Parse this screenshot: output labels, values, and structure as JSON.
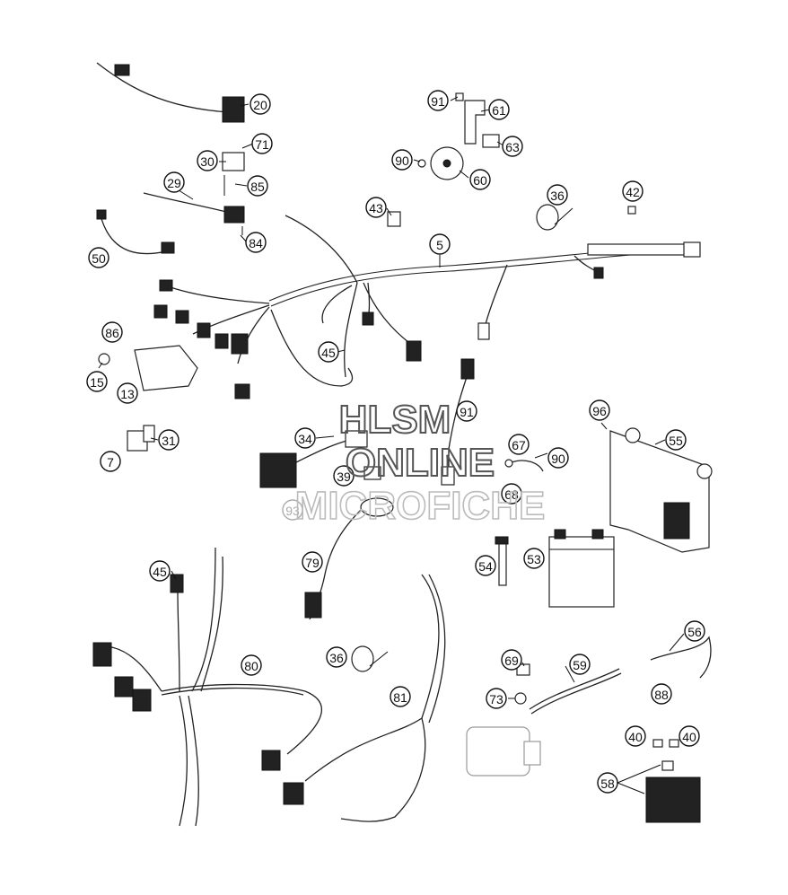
{
  "watermark": {
    "line1": "HLSM",
    "line2": "ONLINE",
    "line3": "MICROFICHE",
    "color": "#555555",
    "faded_color": "#bbbbbb"
  },
  "callouts": [
    {
      "id": "c20",
      "label": "20"
    },
    {
      "id": "c71",
      "label": "71"
    },
    {
      "id": "c30",
      "label": "30"
    },
    {
      "id": "c85",
      "label": "85"
    },
    {
      "id": "c29",
      "label": "29"
    },
    {
      "id": "c84",
      "label": "84"
    },
    {
      "id": "c50",
      "label": "50"
    },
    {
      "id": "c91a",
      "label": "91"
    },
    {
      "id": "c61",
      "label": "61"
    },
    {
      "id": "c63",
      "label": "63"
    },
    {
      "id": "c90a",
      "label": "90"
    },
    {
      "id": "c60",
      "label": "60"
    },
    {
      "id": "c43",
      "label": "43"
    },
    {
      "id": "c36a",
      "label": "36"
    },
    {
      "id": "c42",
      "label": "42"
    },
    {
      "id": "c5",
      "label": "5"
    },
    {
      "id": "c86",
      "label": "86"
    },
    {
      "id": "c15",
      "label": "15"
    },
    {
      "id": "c13",
      "label": "13"
    },
    {
      "id": "c45a",
      "label": "45"
    },
    {
      "id": "c91b",
      "label": "91"
    },
    {
      "id": "c96",
      "label": "96"
    },
    {
      "id": "c55",
      "label": "55"
    },
    {
      "id": "c31",
      "label": "31"
    },
    {
      "id": "c7",
      "label": "7"
    },
    {
      "id": "c34",
      "label": "34"
    },
    {
      "id": "c39",
      "label": "39"
    },
    {
      "id": "c93",
      "label": "93"
    },
    {
      "id": "c67",
      "label": "67"
    },
    {
      "id": "c90b",
      "label": "90"
    },
    {
      "id": "c68",
      "label": "68"
    },
    {
      "id": "c54",
      "label": "54"
    },
    {
      "id": "c53",
      "label": "53"
    },
    {
      "id": "c79",
      "label": "79"
    },
    {
      "id": "c45b",
      "label": "45"
    },
    {
      "id": "c80",
      "label": "80"
    },
    {
      "id": "c36b",
      "label": "36"
    },
    {
      "id": "c81",
      "label": "81"
    },
    {
      "id": "c69",
      "label": "69"
    },
    {
      "id": "c59",
      "label": "59"
    },
    {
      "id": "c56",
      "label": "56"
    },
    {
      "id": "c73",
      "label": "73"
    },
    {
      "id": "c88",
      "label": "88"
    },
    {
      "id": "c40a",
      "label": "40"
    },
    {
      "id": "c40b",
      "label": "40"
    },
    {
      "id": "c58",
      "label": "58"
    }
  ]
}
